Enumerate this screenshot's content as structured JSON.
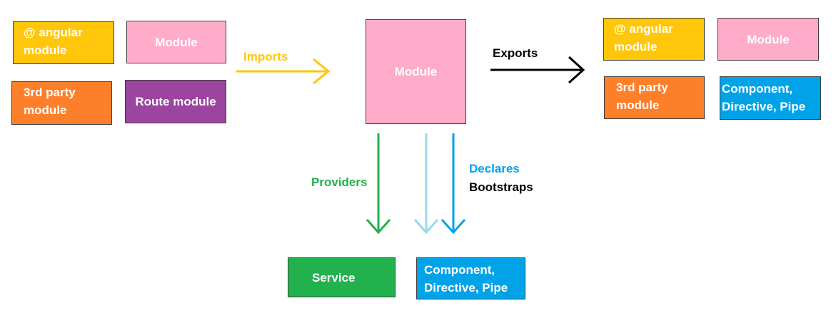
{
  "colors": {
    "angular": "#ffc60a",
    "module": "#ffabca",
    "third_party": "#fd7f2a",
    "route": "#9b44a0",
    "component": "#00a3e8",
    "service": "#22b14c",
    "imports": "#ffc60a",
    "exports": "#000000",
    "providers": "#22b14c",
    "declares": "#00a3e8",
    "bootstraps_arrow": "#99d9ea",
    "bootstraps_text": "#000000"
  },
  "left": {
    "angular_module": "@ angular module",
    "module": "Module",
    "third_party_module": "3rd party module",
    "route_module": "Route module"
  },
  "center": {
    "module": "Module"
  },
  "right": {
    "angular_module": "@ angular module",
    "module": "Module",
    "third_party_module": "3rd party module",
    "component": "Component, Directive, Pipe"
  },
  "bottom": {
    "service": "Service",
    "component": "Component, Directive, Pipe"
  },
  "labels": {
    "imports": "Imports",
    "exports": "Exports",
    "providers": "Providers",
    "declares": "Declares",
    "bootstraps": "Bootstraps"
  }
}
